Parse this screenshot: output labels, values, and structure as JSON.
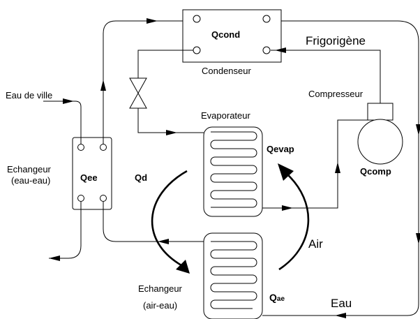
{
  "labels": {
    "qcond": "Qcond",
    "condenseur": "Condenseur",
    "frigorigene": "Frigorigène",
    "compresseur": "Compresseur",
    "qcomp": "Qcomp",
    "evaporateur": "Evaporateur",
    "qevap": "Qevap",
    "eau_de_ville": "Eau de ville",
    "echangeur_ee_line1": "Echangeur",
    "echangeur_ee_line2": "(eau-eau)",
    "qee": "Qee",
    "qd": "Qd",
    "air": "Air",
    "echangeur_ae_line1": "Echangeur",
    "echangeur_ae_line2": "(air-eau)",
    "qae_main": "Q",
    "qae_sub": "ae",
    "eau": "Eau"
  }
}
